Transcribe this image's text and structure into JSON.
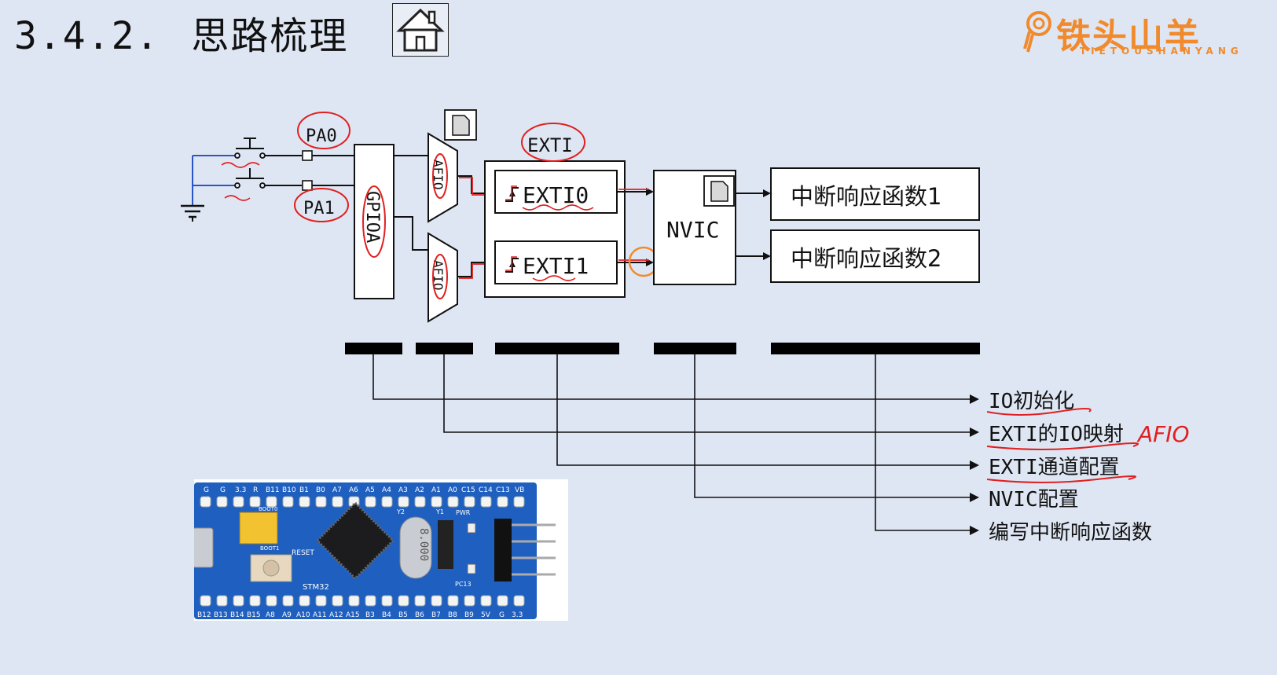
{
  "slide": {
    "section_number": "3.4.2.",
    "title": "思路梳理"
  },
  "logo": {
    "brand": "铁头山羊",
    "sub": "TIETOUSHANYANG"
  },
  "diagram": {
    "pins": [
      "PA0",
      "PA1"
    ],
    "gpio_label": "GPIOA",
    "afio_label": "AFIO",
    "exti_group_label": "EXTI",
    "exti_lines": [
      "EXTI0",
      "EXTI1"
    ],
    "nvic_label": "NVIC",
    "handlers": [
      "中断响应函数1",
      "中断响应函数2"
    ],
    "steps": [
      "IO初始化",
      "EXTI的IO映射",
      "EXTI通道配置",
      "NVIC配置",
      "编写中断响应函数"
    ],
    "step_annotation": "AFIO"
  },
  "board": {
    "top_pins": [
      "G",
      "G",
      "3.3",
      "R",
      "B11",
      "B10",
      "B1",
      "B0",
      "A7",
      "A6",
      "A5",
      "A4",
      "A3",
      "A2",
      "A1",
      "A0",
      "C15",
      "C14",
      "C13",
      "VB"
    ],
    "bottom_pins": [
      "B12",
      "B13",
      "B14",
      "B15",
      "A8",
      "A9",
      "A10",
      "A11",
      "A12",
      "A15",
      "B3",
      "B4",
      "B5",
      "B6",
      "B7",
      "B8",
      "B9",
      "5V",
      "G",
      "3.3"
    ],
    "boot0_label": "BOOT0",
    "boot1_label": "BOOT1",
    "reset_label": "RESET",
    "mcu_label": "STM32",
    "crystal_label": "8.000",
    "pwr_label": "PWR",
    "pc13_label": "PC13",
    "y1_label": "Y1",
    "y2_label": "Y2"
  },
  "colors": {
    "background": "#dfe6f3",
    "line": "#111111",
    "annotation_red": "#e02020",
    "highlight_orange": "#f08a2c",
    "ground_blue": "#2a55c8",
    "board_blue": "#1e5fc0"
  }
}
